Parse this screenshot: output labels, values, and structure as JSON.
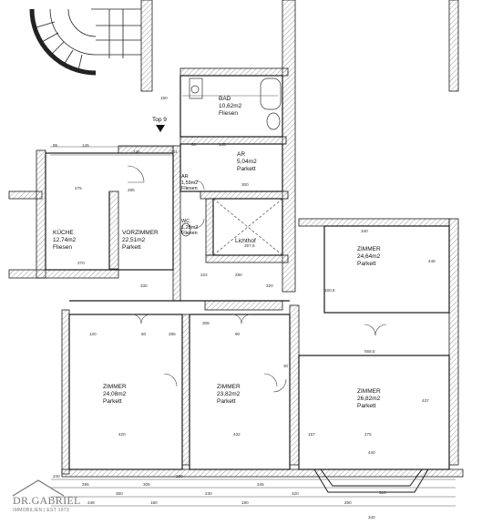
{
  "unit_label": "Top 9",
  "rooms": [
    {
      "name": "BAD",
      "area": "10,62m2",
      "floor": "Fliesen"
    },
    {
      "name": "AR",
      "area": "5,04m2",
      "floor": "Parkett"
    },
    {
      "name": "AR",
      "area": "1,59m2",
      "floor": "Fliesen"
    },
    {
      "name": "WC",
      "area": "1,28m2",
      "floor": "Fliesen"
    },
    {
      "name": "KÜCHE",
      "area": "12,74m2",
      "floor": "Fliesen"
    },
    {
      "name": "VORZIMMER",
      "area": "22,51m2",
      "floor": "Parkett"
    },
    {
      "name": "Lichthof",
      "area": "",
      "floor": ""
    },
    {
      "name": "ZIMMER",
      "area": "24,64m2",
      "floor": "Parkett"
    },
    {
      "name": "ZIMMER",
      "area": "24,08m2",
      "floor": "Parkett"
    },
    {
      "name": "ZIMMER",
      "area": "23,82m2",
      "floor": "Parkett"
    },
    {
      "name": "ZIMMER",
      "area": "26,82m2",
      "floor": "Parkett"
    }
  ],
  "dimensions": [
    "150",
    "244",
    "85",
    "145",
    "60",
    "145",
    "300",
    "275",
    "285",
    "330",
    "270",
    "320",
    "280",
    "308",
    "267,5",
    "340",
    "160,5",
    "558,5",
    "446",
    "120",
    "60",
    "90",
    "30",
    "295",
    "420",
    "432",
    "437",
    "440",
    "157",
    "275",
    "295",
    "305",
    "240",
    "220",
    "345",
    "310",
    "350",
    "250",
    "230",
    "320",
    "180",
    "180",
    "340",
    "248",
    "246",
    "222"
  ],
  "logo": {
    "brand": "DR.GABRIEL",
    "tagline": "IMMOBILIEN | EST 1973"
  },
  "colors": {
    "wall": "#1a1a1a",
    "hatch": "#9a9a9a",
    "logo": "#7a7a7a"
  }
}
